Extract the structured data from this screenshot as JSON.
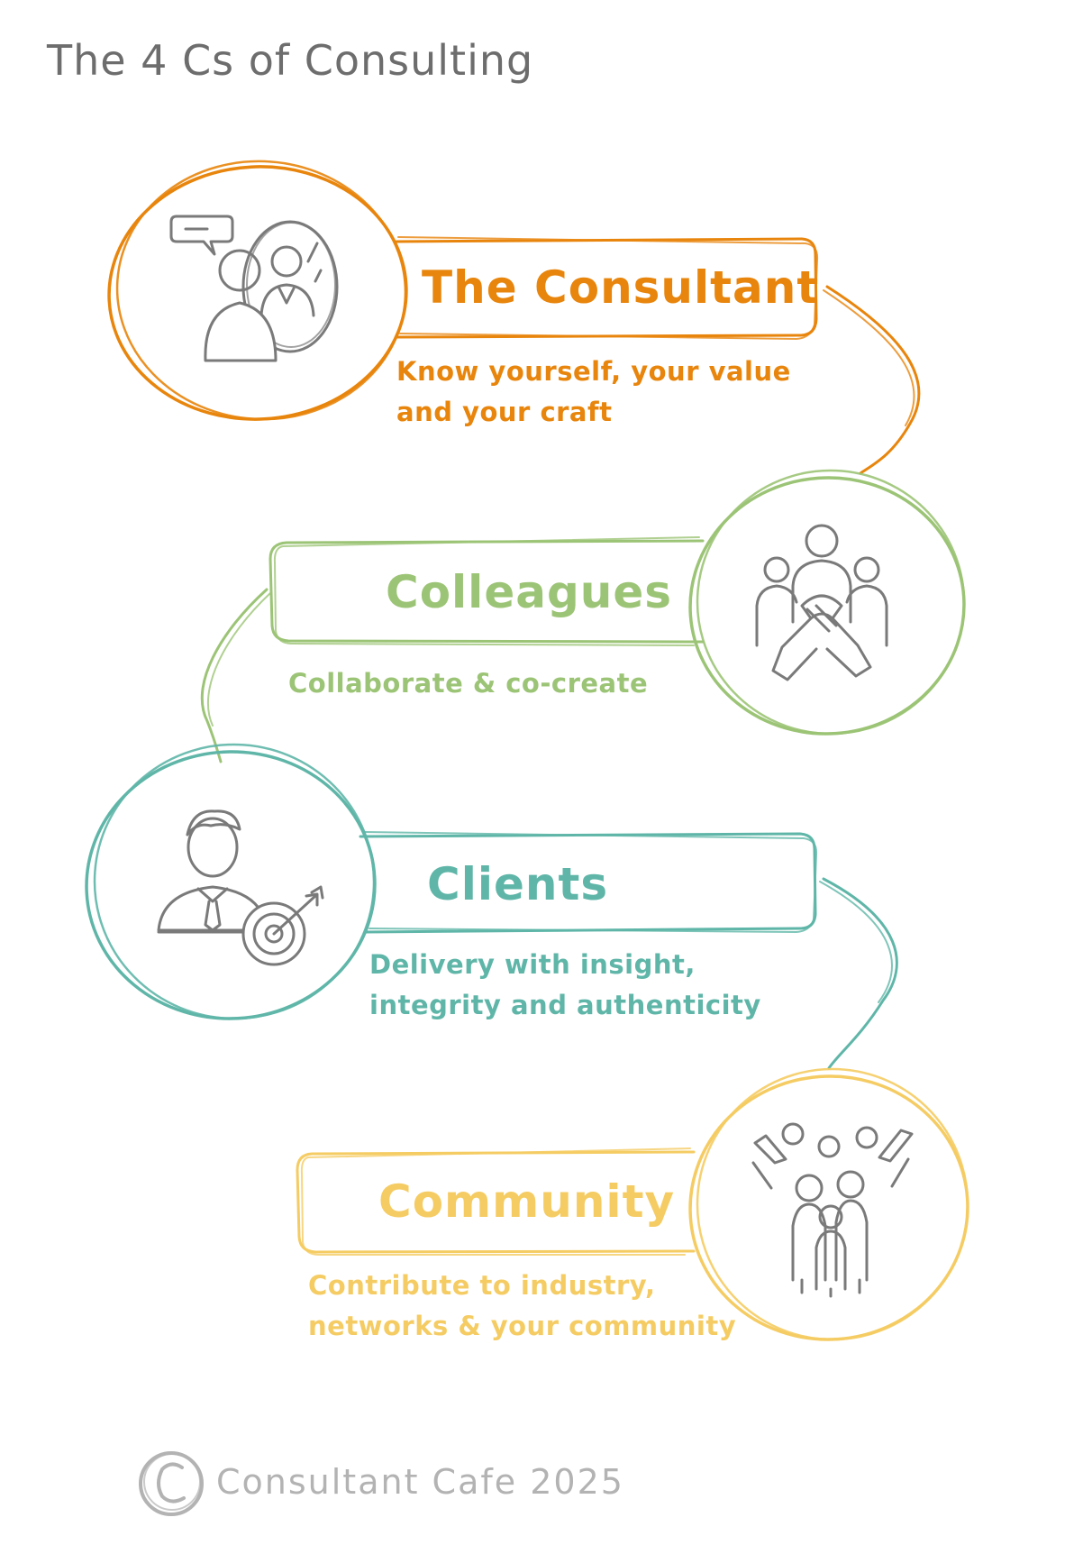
{
  "title": "The 4 Cs of Consulting",
  "colors": {
    "consultant": "#e8850c",
    "colleagues": "#9cc476",
    "clients": "#5fb6a8",
    "community": "#f5cc63",
    "icon_gray": "#7a7a7a",
    "title_gray": "#6d6d6d",
    "footer_gray": "#b3b3b3"
  },
  "steps": [
    {
      "id": "consultant",
      "title": "The Consultant",
      "description": [
        "Know yourself, your value",
        "and your craft"
      ],
      "icon": "consultant-mirror-icon"
    },
    {
      "id": "colleagues",
      "title": "Colleagues",
      "description": [
        "Collaborate & co-create"
      ],
      "icon": "team-handshake-icon"
    },
    {
      "id": "clients",
      "title": "Clients",
      "description": [
        "Delivery with insight,",
        "integrity and authenticity"
      ],
      "icon": "businessman-target-icon"
    },
    {
      "id": "community",
      "title": "Community",
      "description": [
        "Contribute to industry,",
        "networks & your community"
      ],
      "icon": "community-group-icon"
    }
  ],
  "footer": {
    "icon": "copyright-icon",
    "text": "Consultant Cafe 2025"
  }
}
